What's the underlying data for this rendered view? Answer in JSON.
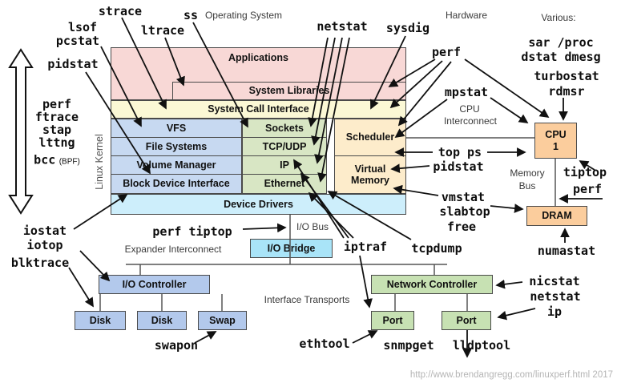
{
  "meta": {
    "credit": "http://www.brendangregg.com/linuxperf.html 2017"
  },
  "annotations": {
    "operating_system": "Operating System",
    "hardware": "Hardware",
    "various": "Various:",
    "linux_kernel": "Linux Kernel",
    "cpu_interconnect_l1": "CPU",
    "cpu_interconnect_l2": "Interconnect",
    "memory_bus_l1": "Memory",
    "memory_bus_l2": "Bus",
    "io_bus": "I/O Bus",
    "expander_interconnect": "Expander Interconnect",
    "interface_transports": "Interface Transports"
  },
  "stack": {
    "applications": "Applications",
    "system_libraries": "System Libraries",
    "system_call_interface": "System Call Interface",
    "vfs": "VFS",
    "file_systems": "File Systems",
    "volume_manager": "Volume Manager",
    "block_device_interface": "Block Device Interface",
    "sockets": "Sockets",
    "tcp_udp": "TCP/UDP",
    "ip": "IP",
    "ethernet": "Ethernet",
    "scheduler": "Scheduler",
    "virtual_memory": "Virtual\nMemory",
    "device_drivers": "Device Drivers"
  },
  "hardware_boxes": {
    "cpu": "CPU\n1",
    "dram": "DRAM",
    "io_bridge": "I/O Bridge",
    "io_controller": "I/O Controller",
    "network_controller": "Network Controller",
    "disk1": "Disk",
    "disk2": "Disk",
    "swap": "Swap",
    "port1": "Port",
    "port2": "Port"
  },
  "tools": {
    "strace": "strace",
    "ss": "ss",
    "lsof": "lsof",
    "pcstat": "pcstat",
    "pidstat_left": "pidstat",
    "ltrace": "ltrace",
    "netstat_top": "netstat",
    "sysdig": "sysdig",
    "perf_top": "perf",
    "mpstat": "mpstat",
    "sar_proc": "sar /proc",
    "dstat_dmesg": "dstat dmesg",
    "turbostat": "turbostat",
    "rdmsr": "rdmsr",
    "left_stack": [
      "perf",
      "ftrace",
      "stap",
      "lttng"
    ],
    "bcc": "bcc",
    "bpf": "(BPF)",
    "top_ps": "top ps",
    "pidstat_mid": "pidstat",
    "tiptop": "tiptop",
    "perf_right": "perf",
    "vmstat": "vmstat",
    "slabtop": "slabtop",
    "free": "free",
    "numastat": "numastat",
    "iostat": "iostat",
    "iotop": "iotop",
    "blktrace": "blktrace",
    "perf_tiptop": "perf tiptop",
    "iptraf": "iptraf",
    "tcpdump": "tcpdump",
    "swapon": "swapon",
    "ethtool": "ethtool",
    "snmpget": "snmpget",
    "lldptool": "lldptool",
    "nicstat": "nicstat",
    "netstat_right": "netstat",
    "ip": "ip"
  },
  "colors": {
    "applications_pink": "#f8d8d6",
    "syscall_yellow": "#fbf8d5",
    "filesystem_blue": "#c7d9f1",
    "network_green": "#d8e6c4",
    "memory_tan": "#fdeccb",
    "drivers_cyan": "#cdeefb",
    "cpu_orange": "#fbcd9d",
    "io_bridge_cyan": "#a9e4f8",
    "io_ctrl_blue": "#b3c9ec",
    "net_ctrl_green": "#c7e1b3",
    "arrow_black": "#111111",
    "credit_gray": "#b5b5b5"
  }
}
